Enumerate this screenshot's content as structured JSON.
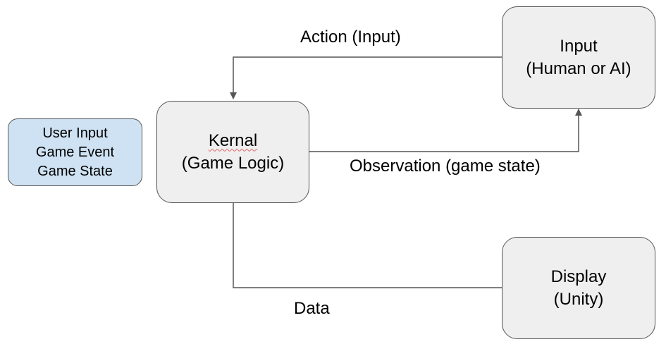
{
  "legend": {
    "lines": [
      "User Input",
      "Game Event",
      "Game State"
    ],
    "fill": "#cfe2f3"
  },
  "nodes": {
    "kernal": {
      "title": "Kernal",
      "subtitle": "(Game Logic)"
    },
    "input": {
      "title": "Input",
      "subtitle": "(Human or AI)"
    },
    "display": {
      "title": "Display",
      "subtitle": "(Unity)"
    }
  },
  "edges": {
    "action": "Action (Input)",
    "observation": "Observation (game state)",
    "data": "Data"
  },
  "colors": {
    "node_fill": "#efefef",
    "node_border": "#555555",
    "connector": "#555555",
    "spellcheck_underline": "#e06666"
  }
}
